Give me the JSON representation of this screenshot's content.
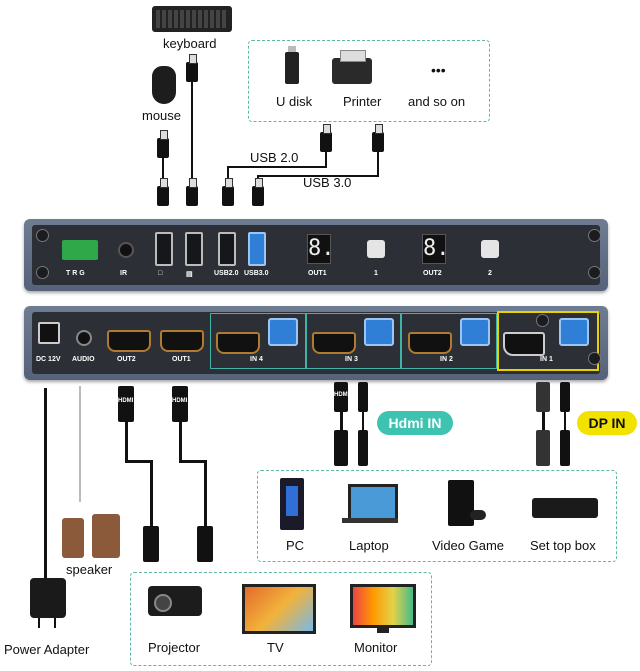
{
  "top_devices": {
    "keyboard": "keyboard",
    "mouse": "mouse",
    "u_disk": "U disk",
    "printer": "Printer",
    "and_so_on": "and so on",
    "dots": "•••",
    "usb20": "USB 2.0",
    "usb30": "USB 3.0"
  },
  "front_panel": {
    "trg": "T  R  G",
    "ir": "IR",
    "usb20": "USB2.0",
    "usb30": "USB3.0",
    "out1": "OUT1",
    "out2": "OUT2",
    "btn1": "1",
    "btn2": "2",
    "seg1": "8.",
    "seg2": "8."
  },
  "back_panel": {
    "dc": "DC 12V",
    "audio": "AUDIO",
    "out2": "OUT2",
    "out1": "OUT1",
    "in4": "IN 4",
    "in3": "IN 3",
    "in2": "IN 2",
    "in1": "IN 1"
  },
  "legend": {
    "hdmi_in": "Hdmi IN",
    "dp_in": "DP IN"
  },
  "sources": {
    "pc": "PC",
    "laptop": "Laptop",
    "video_game": "Video Game",
    "set_top_box": "Set top box"
  },
  "outputs": {
    "projector": "Projector",
    "tv": "TV",
    "monitor": "Monitor"
  },
  "misc": {
    "speaker": "speaker",
    "power_adapter": "Power Adapter",
    "hdmi_text": "HDMI"
  },
  "colors": {
    "hdmi_pill": "#3ec3b0",
    "dp_pill": "#f2e200",
    "dash": "#5fb7a6"
  }
}
